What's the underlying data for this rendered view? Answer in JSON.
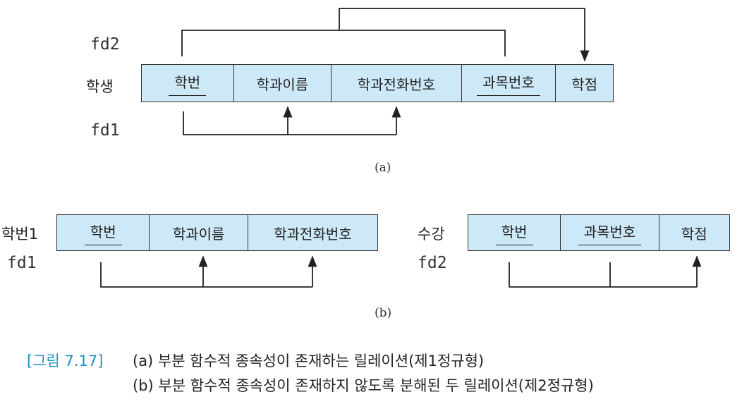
{
  "diagram_a": {
    "fd_top_label": "fd2",
    "relation_label": "학생",
    "fd_bottom_label": "fd1",
    "attributes": [
      "학번",
      "학과이름",
      "학과전화번호",
      "과목번호",
      "학점"
    ],
    "sublabel": "(a)"
  },
  "diagram_b": {
    "left": {
      "relation_label": "학번1",
      "fd_label": "fd1",
      "attributes": [
        "학번",
        "학과이름",
        "학과전화번호"
      ]
    },
    "right": {
      "relation_label": "수강",
      "fd_label": "fd2",
      "attributes": [
        "학번",
        "과목번호",
        "학점"
      ]
    },
    "sublabel": "(b)"
  },
  "caption": {
    "figure_label": "[그림 7.17]",
    "line1": "(a) 부분 함수적 종속성이 존재하는 릴레이션(제1정규형)",
    "line2": "(b) 부분 함수적 종속성이 존재하지 않도록 분해된 두 릴레이션(제2정규형)"
  },
  "colors": {
    "box_fill": "#cde8f6",
    "caption_accent": "#1f8fc4",
    "line": "#222222"
  }
}
